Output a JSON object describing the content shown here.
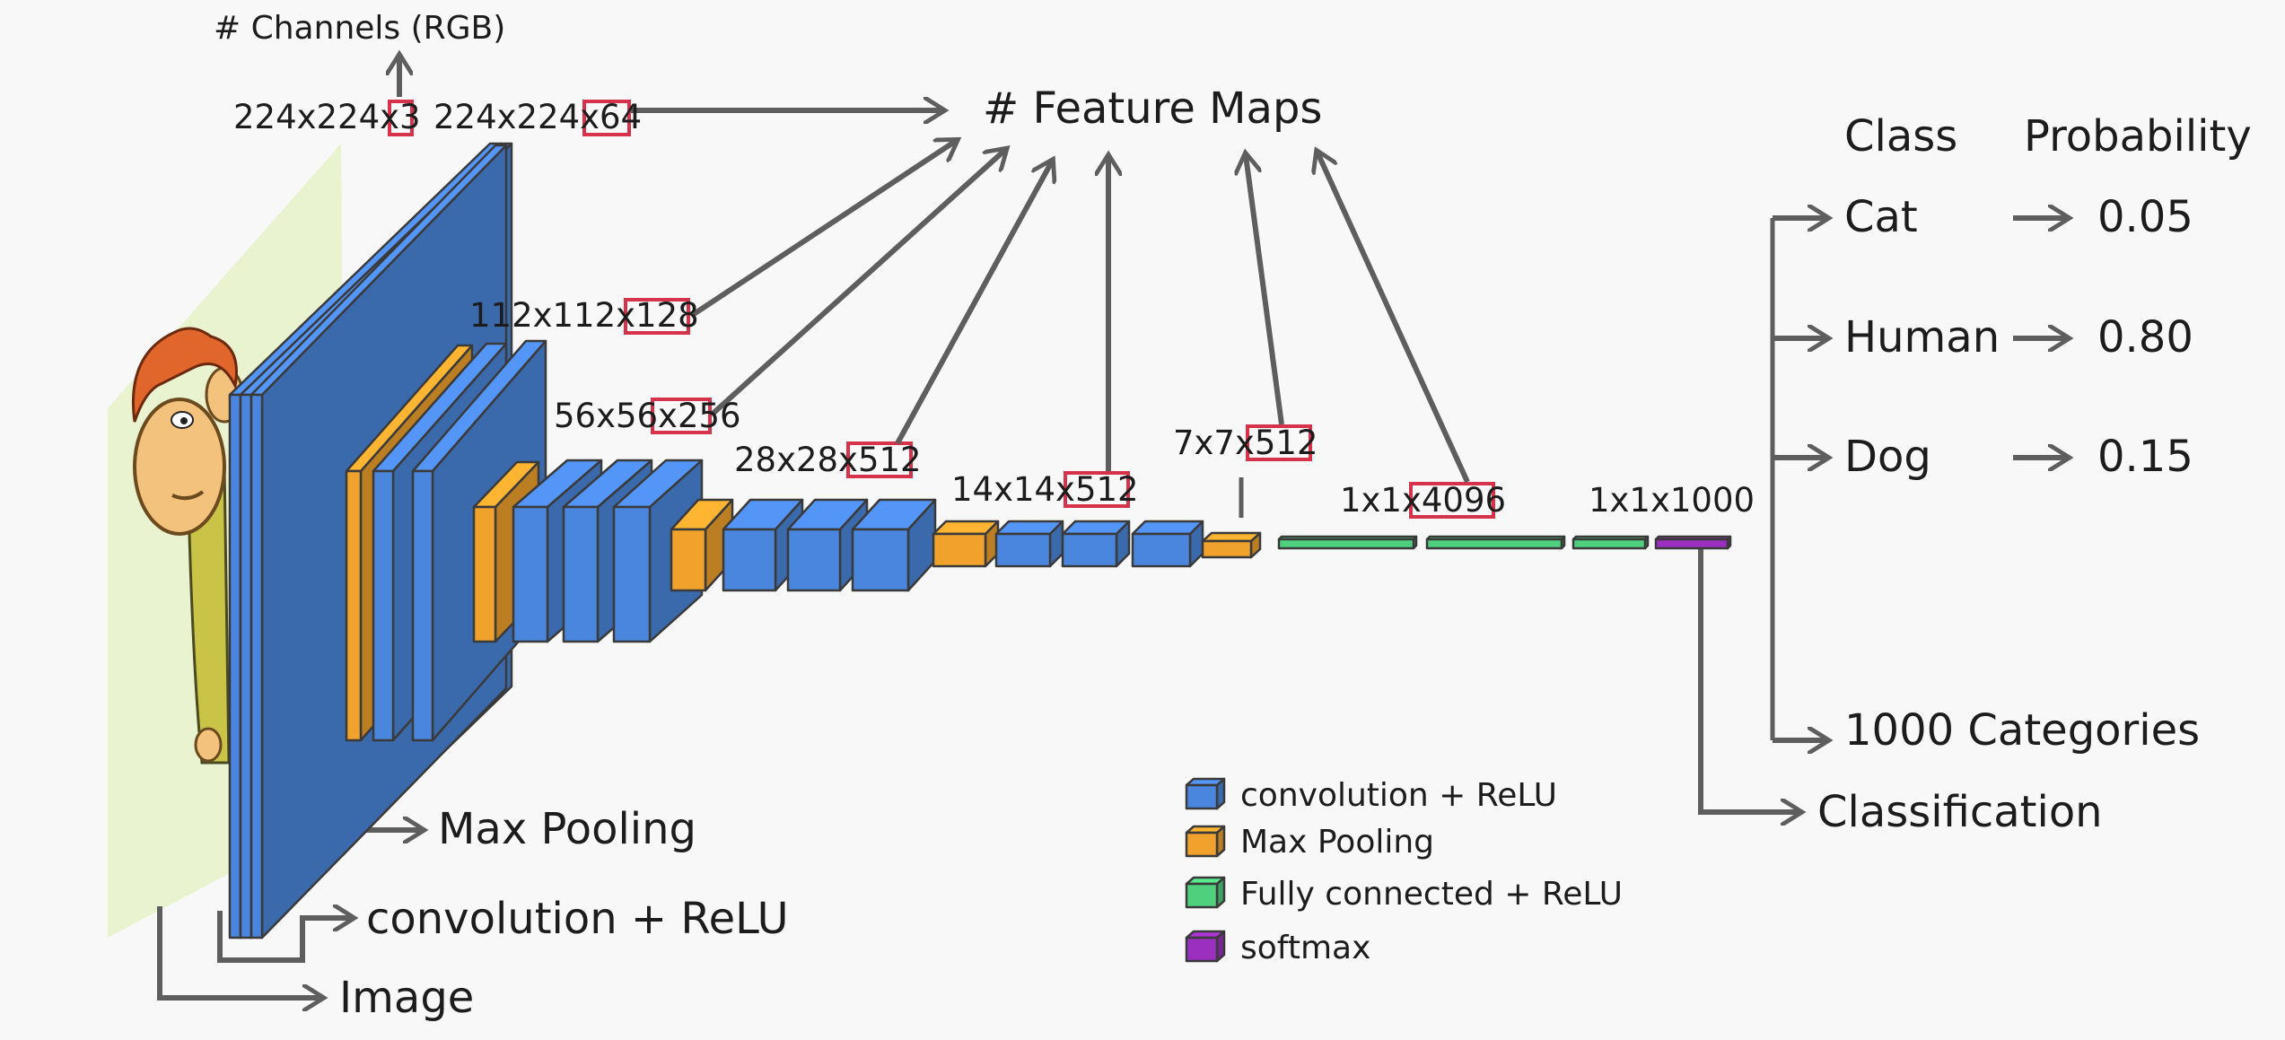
{
  "channels_label": "# Channels (RGB)",
  "feature_maps_label": "# Feature Maps",
  "sizes": {
    "s224a": "224x224x",
    "s224a_hl": "3",
    "s224b": "224x224x",
    "s224b_hl": "64",
    "s112": "112x112x",
    "s112_hl": "128",
    "s56": "56x56x",
    "s56_hl": "256",
    "s28": "28x28x",
    "s28_hl": "512",
    "s14": "14x14x",
    "s14_hl": "512",
    "s7": "7x7x",
    "s7_hl": "512",
    "s1": "1x1x",
    "s1_hl": "4096",
    "s1000": "1x1x1000"
  },
  "side_labels": {
    "max_pooling": "Max Pooling",
    "convolution": "convolution + ReLU",
    "image": "Image",
    "classification": "Classification"
  },
  "output": {
    "class_header": "Class",
    "prob_header": "Probability",
    "rows": [
      {
        "class": "Cat",
        "prob": "0.05"
      },
      {
        "class": "Human",
        "prob": "0.80"
      },
      {
        "class": "Dog",
        "prob": "0.15"
      }
    ],
    "categories": "1000 Categories"
  },
  "legend": [
    {
      "label": "convolution + ReLU",
      "color": "#4a86dd"
    },
    {
      "label": "Max Pooling",
      "color": "#f0a22c"
    },
    {
      "label": "Fully connected + ReLU",
      "color": "#4fd07d"
    },
    {
      "label": "softmax",
      "color": "#9b2fbf"
    }
  ],
  "colors": {
    "conv": "#4a86dd",
    "pool": "#f0a22c",
    "fc": "#4fd07d",
    "softmax": "#9b2fbf",
    "highlight": "#d6324a",
    "image_plane": "#e9f3cf"
  }
}
